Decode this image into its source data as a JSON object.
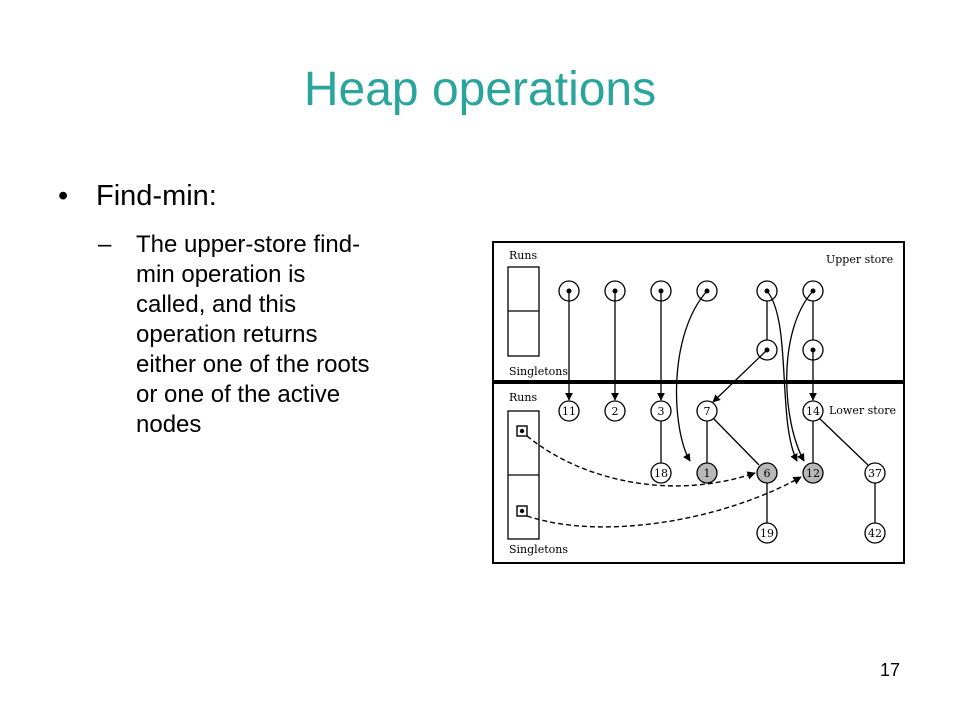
{
  "slide": {
    "title": "Heap operations",
    "bullet": "Find-min:",
    "bullet_marker": "•",
    "sub_marker": "–",
    "sub_lines": [
      "The upper-store find-",
      "min operation is",
      "called, and this",
      "operation returns",
      "either one of the roots",
      "or one of the active",
      "nodes"
    ],
    "page_number": "17"
  },
  "figure": {
    "labels": {
      "runs_upper": "Runs",
      "singletons_upper": "Singletons",
      "upper_store": "Upper store",
      "runs_lower": "Runs",
      "singletons_lower": "Singletons",
      "lower_store": "Lower store"
    },
    "nodes": {
      "lower_row1": [
        "11",
        "2",
        "3",
        "7",
        "14"
      ],
      "lower_row2": [
        "18",
        "1",
        "6",
        "12",
        "37"
      ],
      "lower_row3": [
        "19",
        "42"
      ],
      "shaded": [
        "1",
        "6",
        "12"
      ]
    }
  }
}
